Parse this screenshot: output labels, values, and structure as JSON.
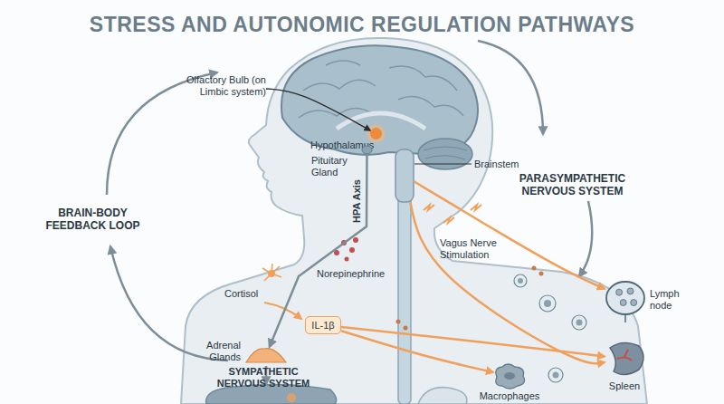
{
  "diagram": {
    "title": "STRESS AND AUTONOMIC REGULATION PATHWAYS",
    "nodes": [
      {
        "text": [
          "Olfactory Bulb (on Limbic system)"
        ]
      },
      {
        "text": [
          "Hypothalamus"
        ]
      },
      {
        "text": [
          "Pituitary Gland"
        ]
      },
      {
        "text": [
          "Brainstem"
        ]
      },
      {
        "text": [
          "Adrenal Glands"
        ]
      },
      {
        "text": [
          "IL-1β"
        ]
      },
      {
        "text": [
          "Lymph node"
        ]
      },
      {
        "text": [
          "Spleen"
        ]
      },
      {
        "text": [
          "Macrophages"
        ]
      }
    ],
    "edges": [
      {
        "from": 0,
        "to": 1,
        "arrow": "to"
      },
      {
        "from": 2,
        "to": 4,
        "label": "HPA Axis",
        "arrow": "to"
      },
      {
        "from": 3,
        "to": 6,
        "label": "Vagus Nerve Stimulation",
        "arrow": "to"
      },
      {
        "from": 3,
        "to": 7,
        "arrow": "to"
      },
      {
        "from": 5,
        "to": 7,
        "arrow": "to"
      },
      {
        "from": 5,
        "to": 8,
        "arrow": "to"
      }
    ],
    "labels": [
      "Cortisol",
      "Norepinephrine",
      "BRAIN-BODY FEEDBACK LOOP",
      "PARASYMPATHETIC NERVOUS SYSTEM",
      "SYMPATHETIC NERVOUS SYSTEM"
    ]
  }
}
